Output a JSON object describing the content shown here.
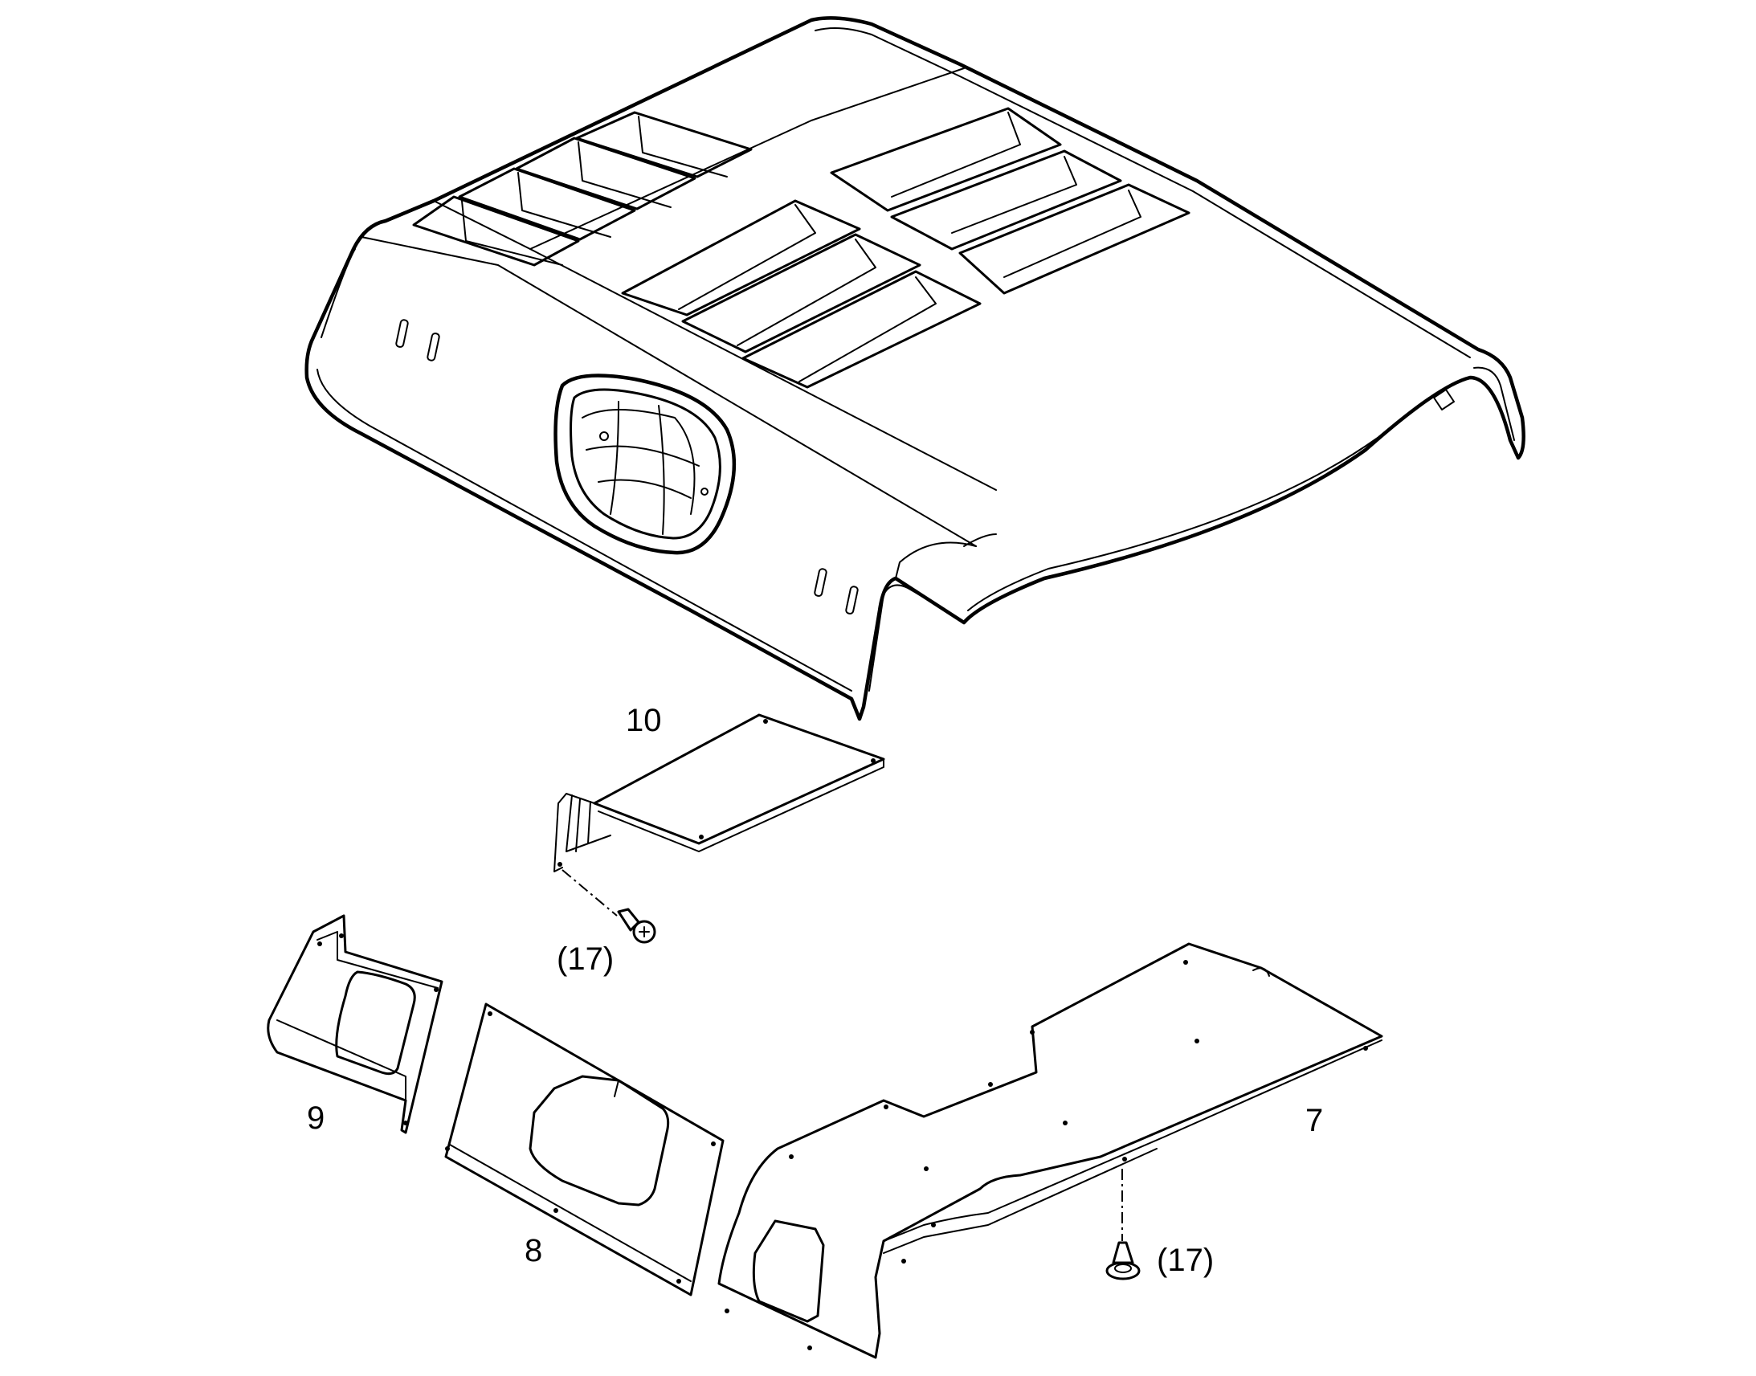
{
  "callouts": {
    "part_10": "10",
    "fastener_upper": "(17)",
    "part_9": "9",
    "part_8": "8",
    "part_7": "7",
    "fastener_lower": "(17)"
  },
  "colors": {
    "line": "#000000",
    "background": "#ffffff"
  }
}
